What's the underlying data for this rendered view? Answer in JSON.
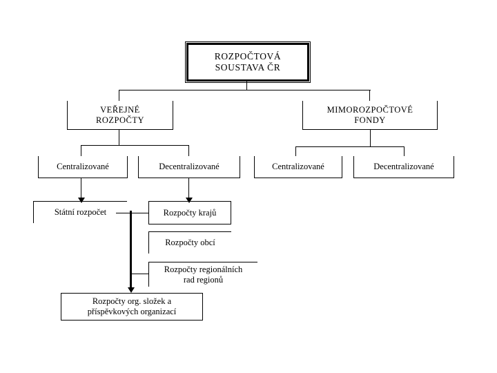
{
  "diagram": {
    "title_text": "ROZPOČTOVÁ SOUSTAVA ČR",
    "root": {
      "line1": "ROZPOČTOVÁ",
      "line2": "SOUSTAVA ČR"
    },
    "branches": {
      "left": {
        "line1": "VEŘEJNÉ",
        "line2": "ROZPOČTY"
      },
      "right": {
        "line1": "MIMOROZPOČTOVÉ",
        "line2": "FONDY"
      }
    },
    "categories": {
      "left_centralized": "Centralizované",
      "left_decentralized": "Decentralizované",
      "right_centralized": "Centralizované",
      "right_decentralized": "Decentralizované"
    },
    "leaves": {
      "state_budget": "Státní rozpočet",
      "regional_budgets": "Rozpočty krajů",
      "municipal_budgets": "Rozpočty obcí",
      "regional_council_budgets_line1": "Rozpočty regionálních",
      "regional_council_budgets_line2": "rad regionů",
      "org_units_budgets_line1": "Rozpočty org. složek a",
      "org_units_budgets_line2": "příspěvkových organizací"
    },
    "colors": {
      "background": "#ffffff",
      "stroke": "#000000",
      "text": "#000000"
    }
  }
}
